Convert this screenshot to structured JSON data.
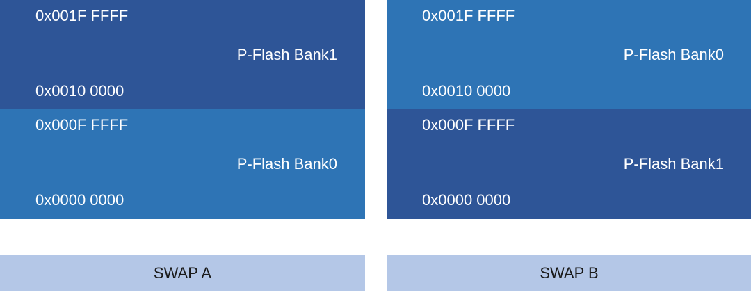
{
  "swap_a": {
    "label": "SWAP A",
    "banks": [
      {
        "addr_high": "0x001F FFFF",
        "name": "P-Flash Bank1",
        "addr_low": "0x0010 0000",
        "color": "#2e5597"
      },
      {
        "addr_high": "0x000F FFFF",
        "name": "P-Flash Bank0",
        "addr_low": "0x0000 0000",
        "color": "#2e74b5"
      }
    ]
  },
  "swap_b": {
    "label": "SWAP B",
    "banks": [
      {
        "addr_high": "0x001F FFFF",
        "name": "P-Flash Bank0",
        "addr_low": "0x0010 0000",
        "color": "#2e74b5"
      },
      {
        "addr_high": "0x000F FFFF",
        "name": "P-Flash Bank1",
        "addr_low": "0x0000 0000",
        "color": "#2e5597"
      }
    ]
  },
  "colors": {
    "bank1": "#2e5597",
    "bank0": "#2e74b5",
    "label_bg": "#b4c7e7"
  }
}
